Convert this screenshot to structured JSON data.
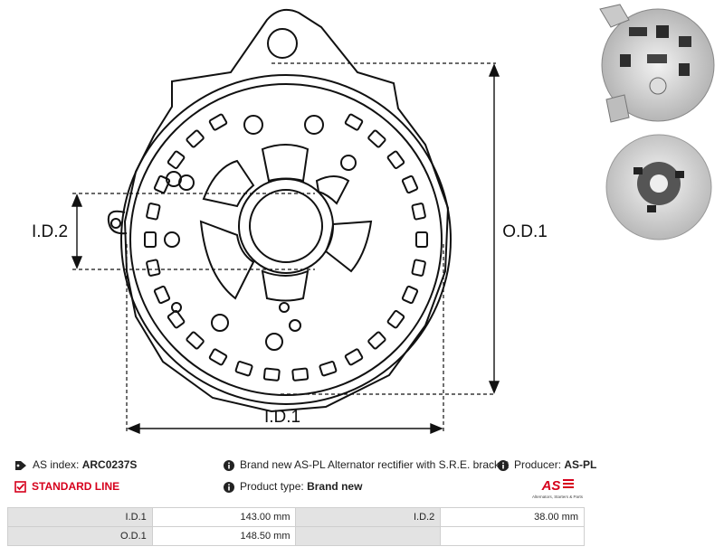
{
  "drawing": {
    "label_id2": "I.D.2",
    "label_od1": "O.D.1",
    "label_id1": "I.D.1"
  },
  "info": {
    "as_index_label": "AS index:",
    "as_index_value": "ARC0237S",
    "standard_line": "STANDARD LINE",
    "description": "Brand new AS-PL Alternator rectifier with S.R.E. bracket",
    "producer_label": "Producer:",
    "producer_value": "AS-PL",
    "product_type_label": "Product type:",
    "product_type_value": "Brand new"
  },
  "logo": {
    "mark": "AS",
    "tagline": "Alternators, Starters & Parts"
  },
  "specs": {
    "rows": [
      {
        "label1": "I.D.1",
        "value1": "143.00 mm",
        "label2": "I.D.2",
        "value2": "38.00 mm"
      },
      {
        "label1": "O.D.1",
        "value1": "148.50 mm",
        "label2": "",
        "value2": ""
      }
    ]
  },
  "colors": {
    "accent": "#d6001c",
    "table_header": "#e3e3e3"
  }
}
